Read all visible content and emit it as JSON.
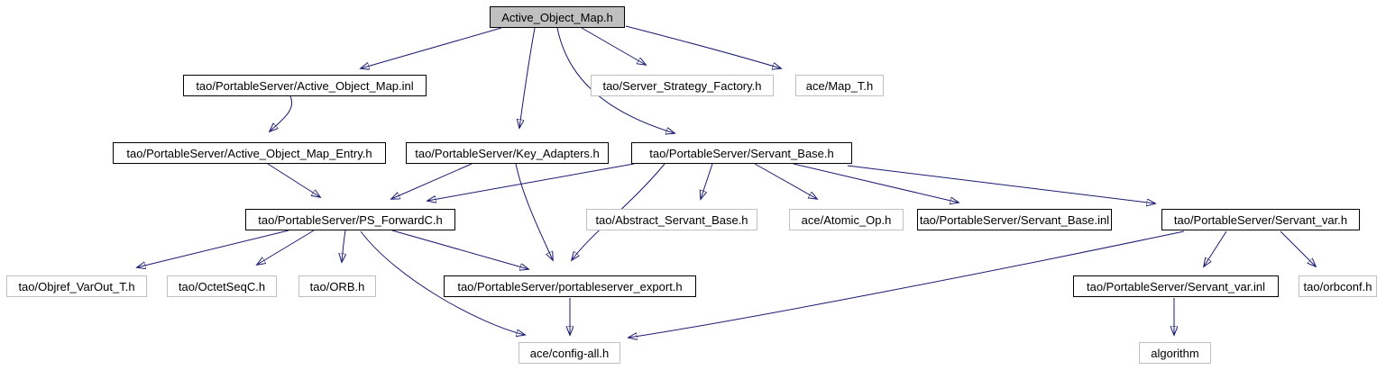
{
  "diagram": {
    "kind": "include-dependency-graph",
    "root": "Active_Object_Map.h",
    "colors": {
      "edge": "#191970",
      "node_fill": "#ffffff",
      "node_border": "#000000",
      "leaf_border": "#c0c0c0",
      "root_fill": "#c0c0c0",
      "background": "#ffffff"
    },
    "nodes": [
      {
        "id": "aom_h",
        "label": "Active_Object_Map.h",
        "style": "root"
      },
      {
        "id": "aom_inl",
        "label": "tao/PortableServer/Active_Object_Map.inl",
        "style": "linked"
      },
      {
        "id": "ssf_h",
        "label": "tao/Server_Strategy_Factory.h",
        "style": "leaf"
      },
      {
        "id": "map_t",
        "label": "ace/Map_T.h",
        "style": "leaf"
      },
      {
        "id": "aome_h",
        "label": "tao/PortableServer/Active_Object_Map_Entry.h",
        "style": "linked"
      },
      {
        "id": "ka_h",
        "label": "tao/PortableServer/Key_Adapters.h",
        "style": "linked"
      },
      {
        "id": "sb_h",
        "label": "tao/PortableServer/Servant_Base.h",
        "style": "linked"
      },
      {
        "id": "psf_h",
        "label": "tao/PortableServer/PS_ForwardC.h",
        "style": "linked"
      },
      {
        "id": "asb_h",
        "label": "tao/Abstract_Servant_Base.h",
        "style": "leaf"
      },
      {
        "id": "ao_h",
        "label": "ace/Atomic_Op.h",
        "style": "leaf"
      },
      {
        "id": "sb_inl",
        "label": "tao/PortableServer/Servant_Base.inl",
        "style": "linked"
      },
      {
        "id": "sv_h",
        "label": "tao/PortableServer/Servant_var.h",
        "style": "linked"
      },
      {
        "id": "ovt_h",
        "label": "tao/Objref_VarOut_T.h",
        "style": "leaf"
      },
      {
        "id": "osc_h",
        "label": "tao/OctetSeqC.h",
        "style": "leaf"
      },
      {
        "id": "orb_h",
        "label": "tao/ORB.h",
        "style": "leaf"
      },
      {
        "id": "pse_h",
        "label": "tao/PortableServer/portableserver_export.h",
        "style": "linked"
      },
      {
        "id": "sv_inl",
        "label": "tao/PortableServer/Servant_var.inl",
        "style": "linked"
      },
      {
        "id": "orbconf_h",
        "label": "tao/orbconf.h",
        "style": "leaf"
      },
      {
        "id": "ca_h",
        "label": "ace/config-all.h",
        "style": "leaf"
      },
      {
        "id": "algo",
        "label": "algorithm",
        "style": "leaf"
      }
    ],
    "edges": [
      {
        "from": "aom_h",
        "to": "aom_inl"
      },
      {
        "from": "aom_h",
        "to": "ka_h"
      },
      {
        "from": "aom_h",
        "to": "sb_h"
      },
      {
        "from": "aom_h",
        "to": "ssf_h"
      },
      {
        "from": "aom_h",
        "to": "map_t"
      },
      {
        "from": "aom_inl",
        "to": "aome_h"
      },
      {
        "from": "aome_h",
        "to": "psf_h"
      },
      {
        "from": "ka_h",
        "to": "psf_h"
      },
      {
        "from": "ka_h",
        "to": "pse_h"
      },
      {
        "from": "sb_h",
        "to": "psf_h"
      },
      {
        "from": "sb_h",
        "to": "asb_h"
      },
      {
        "from": "sb_h",
        "to": "ao_h"
      },
      {
        "from": "sb_h",
        "to": "sb_inl"
      },
      {
        "from": "sb_h",
        "to": "sv_h"
      },
      {
        "from": "sb_h",
        "to": "pse_h"
      },
      {
        "from": "psf_h",
        "to": "ovt_h"
      },
      {
        "from": "psf_h",
        "to": "osc_h"
      },
      {
        "from": "psf_h",
        "to": "orb_h"
      },
      {
        "from": "psf_h",
        "to": "pse_h"
      },
      {
        "from": "psf_h",
        "to": "ca_h"
      },
      {
        "from": "pse_h",
        "to": "ca_h"
      },
      {
        "from": "sv_h",
        "to": "sv_inl"
      },
      {
        "from": "sv_h",
        "to": "orbconf_h"
      },
      {
        "from": "sv_h",
        "to": "ca_h"
      },
      {
        "from": "sv_inl",
        "to": "algo"
      }
    ]
  }
}
